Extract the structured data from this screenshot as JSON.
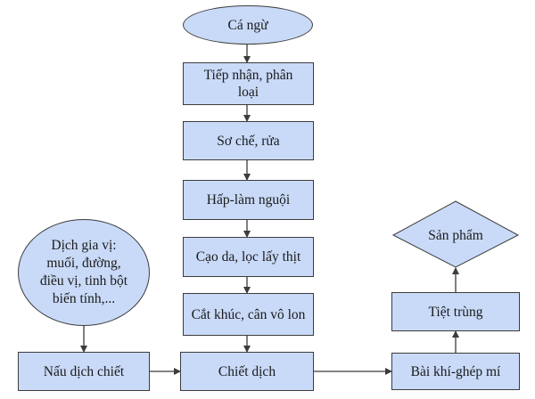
{
  "diagram": {
    "nodes": {
      "start": "Cá ngừ",
      "receive": "Tiếp nhận, phân loại",
      "preprocess": "Sơ chế, rửa",
      "steam": "Hấp-làm nguội",
      "skin": "Cạo da, lọc lấy thịt",
      "cut": "Cắt khúc, cân vô lon",
      "spice": "Dịch gia vị: muối, đường, điều vị, tinh bột biến tính,...",
      "cook": "Nấu dịch chiết",
      "fill": "Chiết dịch",
      "seal": "Bài khí-ghép mí",
      "sterilize": "Tiệt trùng",
      "product": "Sản phẩm"
    },
    "colors": {
      "fill": "#c9daf8",
      "stroke": "#3c3c3c"
    }
  }
}
